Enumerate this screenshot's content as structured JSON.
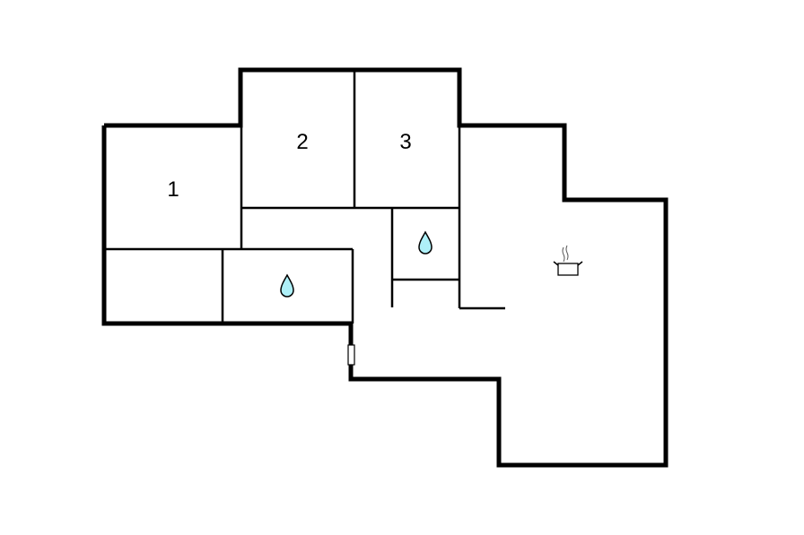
{
  "diagram": {
    "type": "floor-plan",
    "rooms": [
      {
        "id": "bedroom-1",
        "label": "1"
      },
      {
        "id": "bedroom-2",
        "label": "2"
      },
      {
        "id": "bedroom-3",
        "label": "3"
      },
      {
        "id": "bathroom-1",
        "icon": "water-drop-icon"
      },
      {
        "id": "bathroom-2",
        "icon": "water-drop-icon"
      },
      {
        "id": "kitchen-living",
        "icon": "cooking-pot-icon"
      },
      {
        "id": "storage-room"
      },
      {
        "id": "hallway"
      }
    ],
    "colors": {
      "wall": "#000000",
      "water_drop_fill": "#aef0f8",
      "background": "#ffffff"
    },
    "entrance": {
      "icon": "door-icon"
    }
  }
}
